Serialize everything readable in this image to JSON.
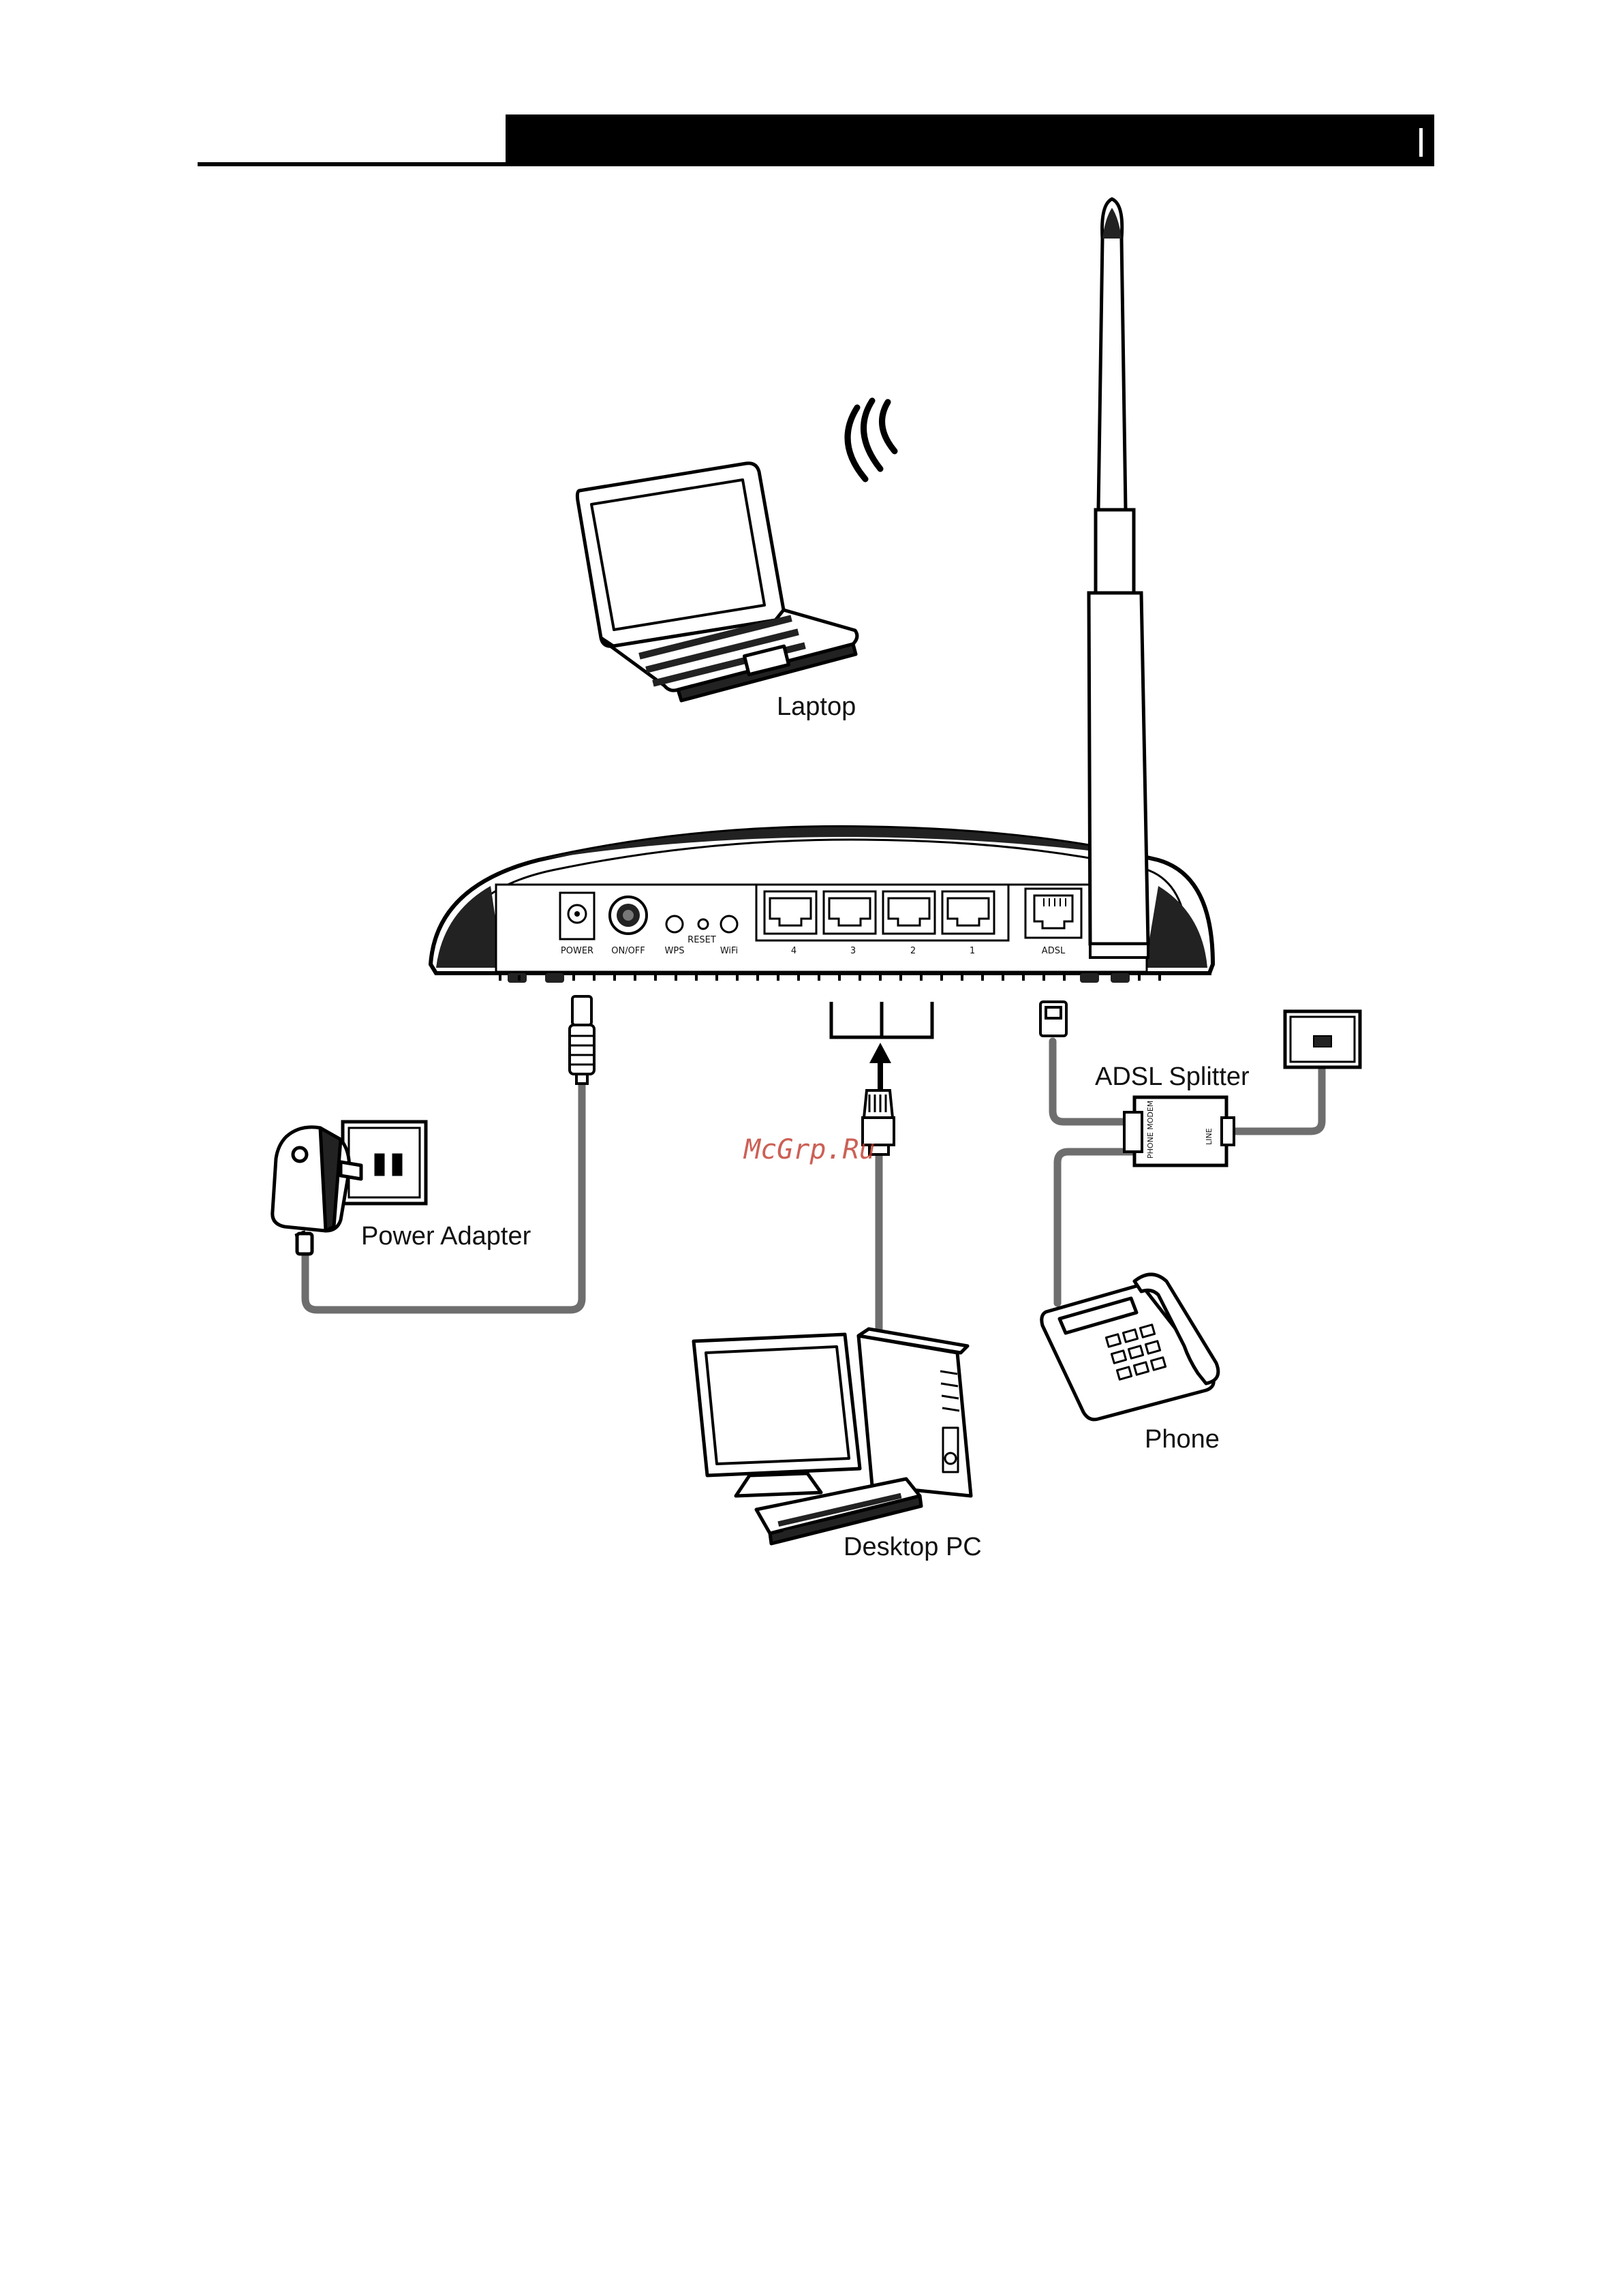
{
  "labels": {
    "laptop": "Laptop",
    "power_adapter": "Power Adapter",
    "adsl_splitter": "ADSL Splitter",
    "phone": "Phone",
    "desktop_pc": "Desktop PC"
  },
  "router_ports": {
    "power": "POWER",
    "on_off": "ON/OFF",
    "wps": "WPS",
    "reset": "RESET",
    "wifi": "WiFi",
    "lan": [
      "4",
      "3",
      "2",
      "1"
    ],
    "adsl": "ADSL"
  },
  "splitter_ports": {
    "modem": "PHONE MODEM",
    "line": "LINE"
  },
  "watermark": "McGrp.Ru",
  "colors": {
    "cable": "#6e6e6e",
    "ink": "#111111",
    "watermark": "#c0392b"
  }
}
